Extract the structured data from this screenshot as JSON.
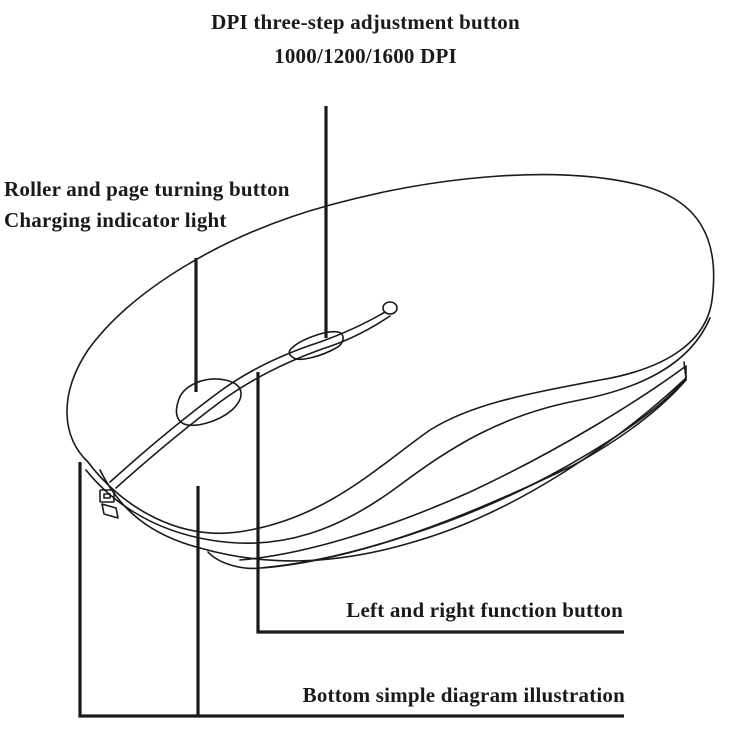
{
  "labels": {
    "dpi_button": "DPI three-step adjustment button",
    "dpi_values": "1000/1200/1600 DPI",
    "roller_button": "Roller and page turning button",
    "charging_light": "Charging indicator light",
    "left_right_button": "Left and right function button",
    "bottom_diagram": "Bottom simple diagram illustration"
  },
  "colors": {
    "ink": "#1a1a1a",
    "background": "#ffffff"
  }
}
